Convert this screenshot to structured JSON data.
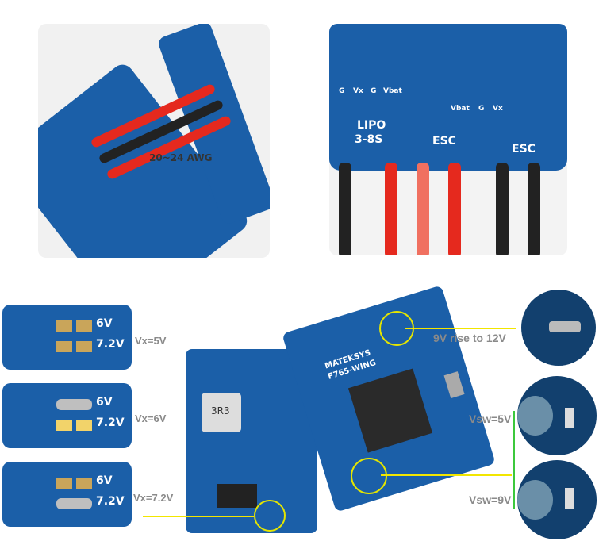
{
  "top_left_photo": {
    "wire_label": "20~24 AWG"
  },
  "top_right_photo": {
    "silkscreen": [
      "LIPO",
      "3-8S",
      "ESC",
      "ESC",
      "G",
      "Vx",
      "G",
      "Vbat",
      "Vbat",
      "G",
      "Vx"
    ]
  },
  "vx_panels": [
    {
      "label": "Vx=5V",
      "pad_labels": [
        "6V",
        "7.2V"
      ]
    },
    {
      "label": "Vx=6V",
      "pad_labels": [
        "6V",
        "7.2V"
      ]
    },
    {
      "label": "Vx=7.2V",
      "pad_labels": [
        "6V",
        "7.2V"
      ]
    }
  ],
  "callouts": {
    "vbat_jumper": "9V rise to 12V",
    "vsw_5v": "Vsw=5V",
    "vsw_9v": "Vsw=9V"
  },
  "board": {
    "brand": "MATEKSYS",
    "model": "F765-WING",
    "inductor": "3R3"
  },
  "colors": {
    "pcb_blue": "#1b5fa8",
    "highlight_yellow": "#f2e600",
    "bracket_green": "#3cc83c",
    "label_gray": "#8a8a8a"
  }
}
